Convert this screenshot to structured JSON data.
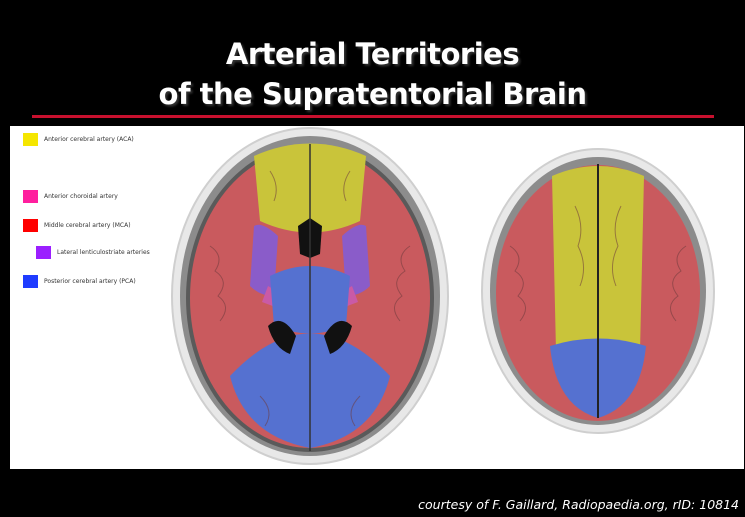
{
  "slide": {
    "title_line1": "Arterial Territories",
    "title_line2": "of the Supratentorial Brain",
    "credit": "courtesy of F. Gaillard, Radiopaedia.org, rID: 10814"
  },
  "legend": [
    {
      "label": "Anterior cerebral artery (ACA)",
      "color": "#f5e600"
    },
    {
      "label": "Anterior choroidal artery",
      "color": "#ff1f9e"
    },
    {
      "label": "Middle cerebral artery (MCA)",
      "color": "#ff0000"
    },
    {
      "label": "Lateral lenticulostriate arteries",
      "color": "#9b1fff"
    },
    {
      "label": "Posterior cerebral artery (PCA)",
      "color": "#1f3cff"
    }
  ],
  "colors": {
    "aca_overlay": "#c9c43a",
    "mca_overlay": "#c95a5e",
    "pca_overlay": "#5571d0",
    "lenticulostriate_overlay": "#8a5cc9",
    "choroidal_overlay": "#c95aa6",
    "title_rule": "#c8102e"
  }
}
